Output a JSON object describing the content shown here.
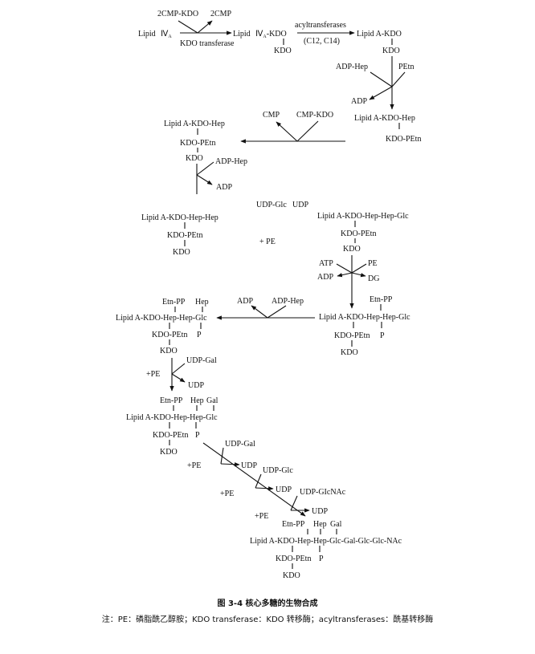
{
  "diagram": {
    "step1": {
      "lipid_label": "Lipid",
      "lipid_iv": "Ⅳ",
      "lipid_iv_sub": "A",
      "cmp_kdo_in": "2CMP-KDO",
      "cmp_out": "2CMP",
      "enzyme": "KDO transferase",
      "product_prefix": "Lipid",
      "product_iv": "Ⅳ",
      "product_sub": "A",
      "product_kdo": "-KDO",
      "product_branch": "KDO"
    },
    "step2": {
      "enzyme": "acyltransferases",
      "acyl": "(C12, C14)",
      "product": "Lipid A-KDO",
      "product_branch": "KDO"
    },
    "step3": {
      "donor": "ADP-Hep",
      "petn": "PEtn",
      "adp_out": "ADP",
      "product": "Lipid A-KDO-Hep",
      "product_branch": "KDO-PEtn"
    },
    "step4": {
      "cmp_out": "CMP",
      "cmp_kdo_in": "CMP-KDO",
      "product": "Lipid A-KDO-Hep",
      "product_branch": "KDO-PEtn",
      "product_branch2": "KDO",
      "donor": "ADP-Hep",
      "adp_out": "ADP"
    },
    "step5": {
      "udp_glc": "UDP-Glc",
      "udp_out": "UDP",
      "left_product": "Lipid A-KDO-Hep-Hep",
      "left_branch": "KDO-PEtn",
      "left_branch2": "KDO",
      "plus_pe": "+ PE",
      "right_product": "Lipid A-KDO-Hep-Hep-Glc",
      "right_branch": "KDO-PEtn",
      "right_branch2": "KDO"
    },
    "step6": {
      "atp": "ATP",
      "pe": "PE",
      "adp_out": "ADP",
      "dg_out": "DG",
      "etn_pp": "Etn-PP",
      "product": "Lipid A-KDO-Hep-Hep-Glc",
      "branch": "KDO-PEtn",
      "phosphate": "P",
      "branch2": "KDO"
    },
    "step7": {
      "adp_out": "ADP",
      "donor": "ADP-Hep",
      "etn_pp": "Etn-PP",
      "hep": "Hep",
      "product": "Lipid A-KDO-Hep-Hep-Glc",
      "branch": "KDO-PEtn",
      "phosphate": "P",
      "branch2": "KDO"
    },
    "step8": {
      "plus_pe": "+PE",
      "udp_gal": "UDP-Gal",
      "udp_out": "UDP",
      "etn_pp": "Etn-PP",
      "hep": "Hep",
      "gal": "Gal",
      "product": "Lipid A-KDO-Hep-Hep-Glc",
      "branch": "KDO-PEtn",
      "phosphate": "P",
      "branch2": "KDO"
    },
    "step9": {
      "udp_gal": "UDP-Gal",
      "plus_pe1": "+PE",
      "udp1": "UDP",
      "udp_glc": "UDP-Glc",
      "plus_pe2": "+PE",
      "udp2": "UDP",
      "udp_glcnac": "UDP-GIcNAc",
      "plus_pe3": "+PE",
      "udp3": "UDP",
      "etn_pp": "Etn-PP",
      "hep": "Hep",
      "gal": "Gal",
      "product": "Lipid A-KDO-Hep-Hep-Glc-Gal-Glc-Glc-NAc",
      "branch": "KDO-PEtn",
      "phosphate": "P",
      "branch2": "KDO"
    }
  },
  "caption": {
    "title": "图 3-4   核心多糖的生物合成",
    "note": "注：PE：磷脂酰乙醇胺；KDO transferase：KDO 转移酶；acyltransferases：酰基转移酶"
  }
}
